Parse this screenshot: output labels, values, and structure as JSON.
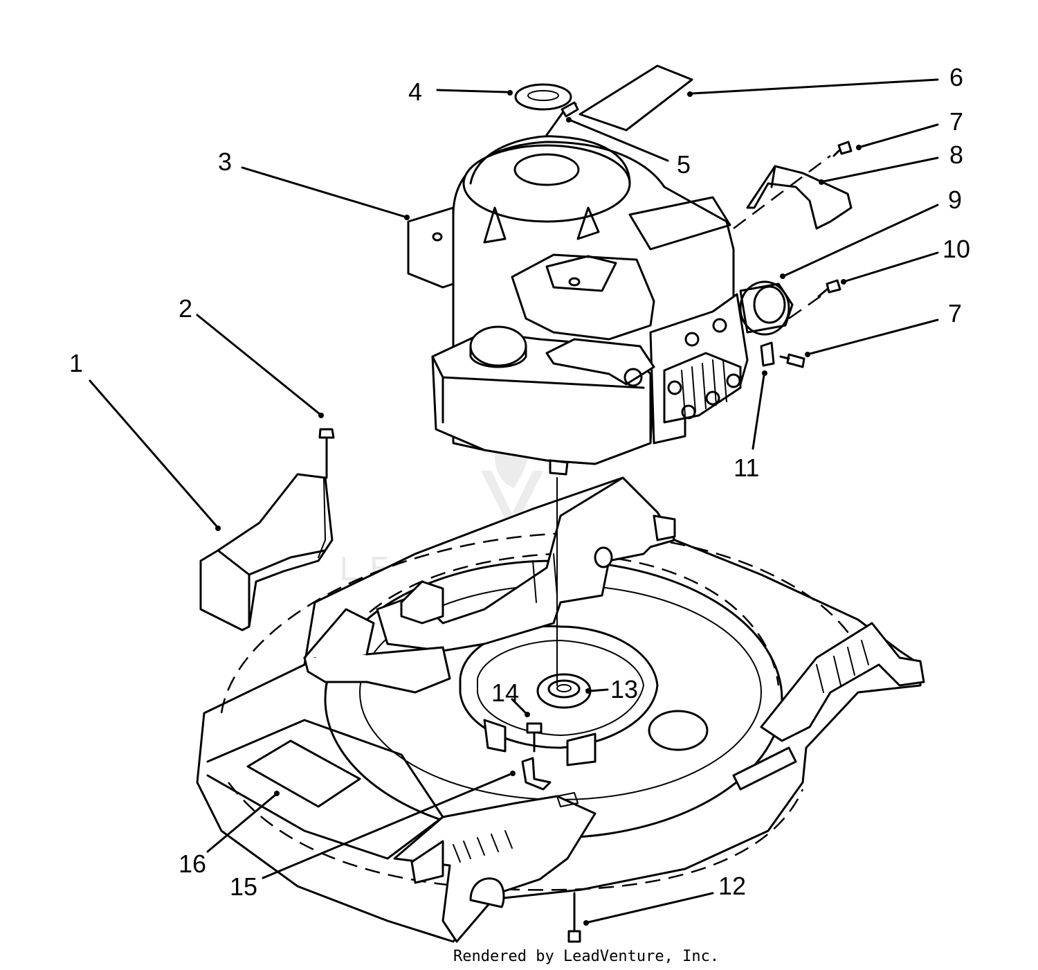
{
  "callouts": [
    {
      "id": "1",
      "label": "1"
    },
    {
      "id": "2",
      "label": "2"
    },
    {
      "id": "3",
      "label": "3"
    },
    {
      "id": "4",
      "label": "4"
    },
    {
      "id": "5",
      "label": "5"
    },
    {
      "id": "6",
      "label": "6"
    },
    {
      "id": "7a",
      "label": "7"
    },
    {
      "id": "8",
      "label": "8"
    },
    {
      "id": "9",
      "label": "9"
    },
    {
      "id": "10",
      "label": "10"
    },
    {
      "id": "7b",
      "label": "7"
    },
    {
      "id": "11",
      "label": "11"
    },
    {
      "id": "12",
      "label": "12"
    },
    {
      "id": "13",
      "label": "13"
    },
    {
      "id": "14",
      "label": "14"
    },
    {
      "id": "15",
      "label": "15"
    },
    {
      "id": "16",
      "label": "16"
    }
  ],
  "watermark": {
    "text": "LEADVENTURE"
  },
  "footer": {
    "credit": "Rendered by LeadVenture, Inc."
  }
}
